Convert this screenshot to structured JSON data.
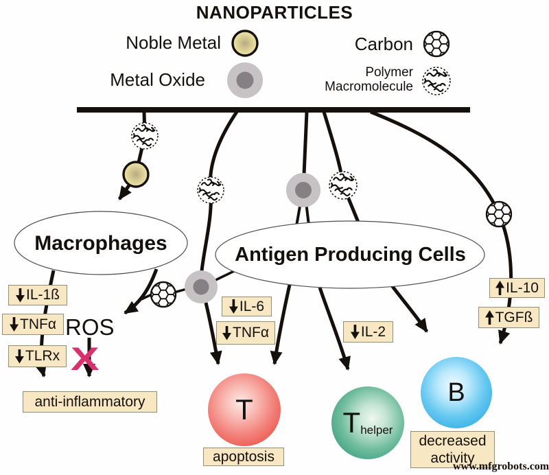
{
  "title": "NANOPARTICLES",
  "legend": {
    "noble_metal": "Noble Metal",
    "metal_oxide": "Metal Oxide",
    "carbon": "Carbon",
    "polymer_line1": "Polymer",
    "polymer_line2": "Macromolecule"
  },
  "groups": {
    "macrophages": "Macrophages",
    "antigen_producing_cells": "Antigen Producing Cells"
  },
  "labels": {
    "il1b": {
      "dir": "down",
      "text": "IL-1ß"
    },
    "tnfa_left": {
      "dir": "down",
      "text": "TNFα"
    },
    "tlrx": {
      "dir": "down",
      "text": "TLRx"
    },
    "ros": "ROS",
    "x_mark": "X",
    "anti_inflammatory": "anti-inflammatory",
    "il6": {
      "dir": "down",
      "text": "IL-6"
    },
    "tnfa_mid": {
      "dir": "down",
      "text": "TNFα"
    },
    "il2": {
      "dir": "down",
      "text": "IL-2"
    },
    "il10": {
      "dir": "up",
      "text": "IL-10"
    },
    "tgfb": {
      "dir": "up",
      "text": "TGFß"
    }
  },
  "cells": {
    "t_cell": "T",
    "t_cell_caption": "apoptosis",
    "t_helper_main": "T",
    "t_helper_sub": "helper",
    "b_cell": "B",
    "b_caption_line1": "decreased",
    "b_caption_line2": "activity"
  },
  "watermark": "www.mfgrobots.com",
  "colors": {
    "line": "#15100c",
    "box_bg": "#f7e8c3",
    "x_pink": "#d8326e",
    "noble_yellow": "#ebe2a4",
    "metal_oxide_gray": "#c7c3c5",
    "metal_oxide_core": "#868084",
    "t_red": "#ec5149",
    "helper_green": "#2d9374",
    "b_blue": "#2aaae4"
  }
}
